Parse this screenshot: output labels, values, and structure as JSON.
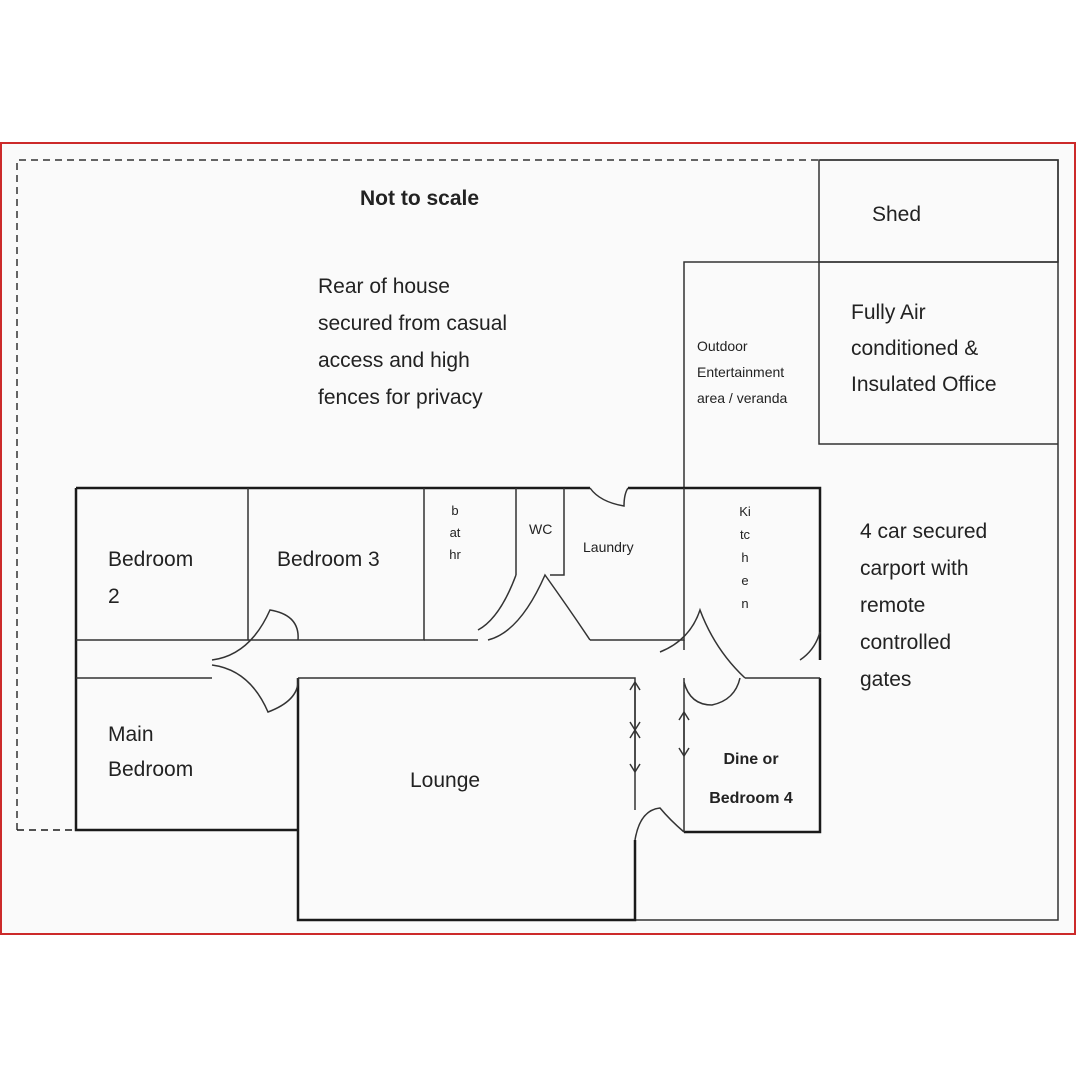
{
  "labels": {
    "not_to_scale": "Not to scale",
    "rear_note": "Rear of house\nsecured from casual\naccess and high\nfences for privacy",
    "shed": "Shed",
    "office": "Fully Air\nconditioned &\nInsulated Office",
    "outdoor": "Outdoor\nEntertainment\narea / veranda",
    "carport": "4 car secured\ncarport with\nremote\ncontrolled\ngates",
    "bedroom2": "Bedroom\n2",
    "bedroom3": "Bedroom 3",
    "bath": "bathr",
    "wc": "WC",
    "laundry": "Laundry",
    "kitchen": "Kitchen",
    "main_bedroom": "Main\nBedroom",
    "lounge": "Lounge",
    "dine": "Dine or\nBedroom 4"
  },
  "colors": {
    "frame_border": "#cc2a2a",
    "wall": "#1a1a1a",
    "thin_line": "#333333",
    "text": "#222222"
  }
}
